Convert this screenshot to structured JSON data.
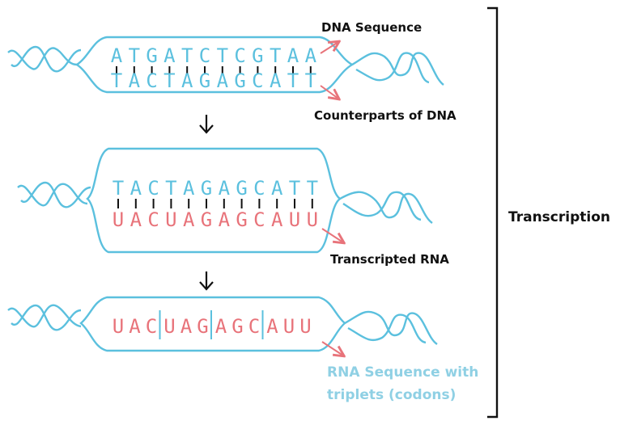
{
  "colors": {
    "dna": "#5bc0de",
    "rna": "#e8737a",
    "text": "#111111",
    "arrow_label_alt": "#8fd0e4"
  },
  "stage1": {
    "top_strand": [
      "A",
      "T",
      "G",
      "A",
      "T",
      "C",
      "T",
      "C",
      "G",
      "T",
      "A",
      "A"
    ],
    "bottom_strand": [
      "T",
      "A",
      "C",
      "T",
      "A",
      "G",
      "A",
      "G",
      "C",
      "A",
      "T",
      "T"
    ],
    "label_top": "DNA Sequence",
    "label_bottom": "Counterparts of DNA"
  },
  "stage2": {
    "top_strand": [
      "T",
      "A",
      "C",
      "T",
      "A",
      "G",
      "A",
      "G",
      "C",
      "A",
      "T",
      "T"
    ],
    "bottom_strand": [
      "U",
      "A",
      "C",
      "U",
      "A",
      "G",
      "A",
      "G",
      "C",
      "A",
      "U",
      "U"
    ],
    "label": "Transcripted RNA"
  },
  "stage3": {
    "codons": [
      [
        "U",
        "A",
        "C"
      ],
      [
        "U",
        "A",
        "G"
      ],
      [
        "A",
        "G",
        "C"
      ],
      [
        "A",
        "U",
        "U"
      ]
    ],
    "label_line1": "RNA Sequence with",
    "label_line2": "triplets (codons)"
  },
  "process_label": "Transcription"
}
